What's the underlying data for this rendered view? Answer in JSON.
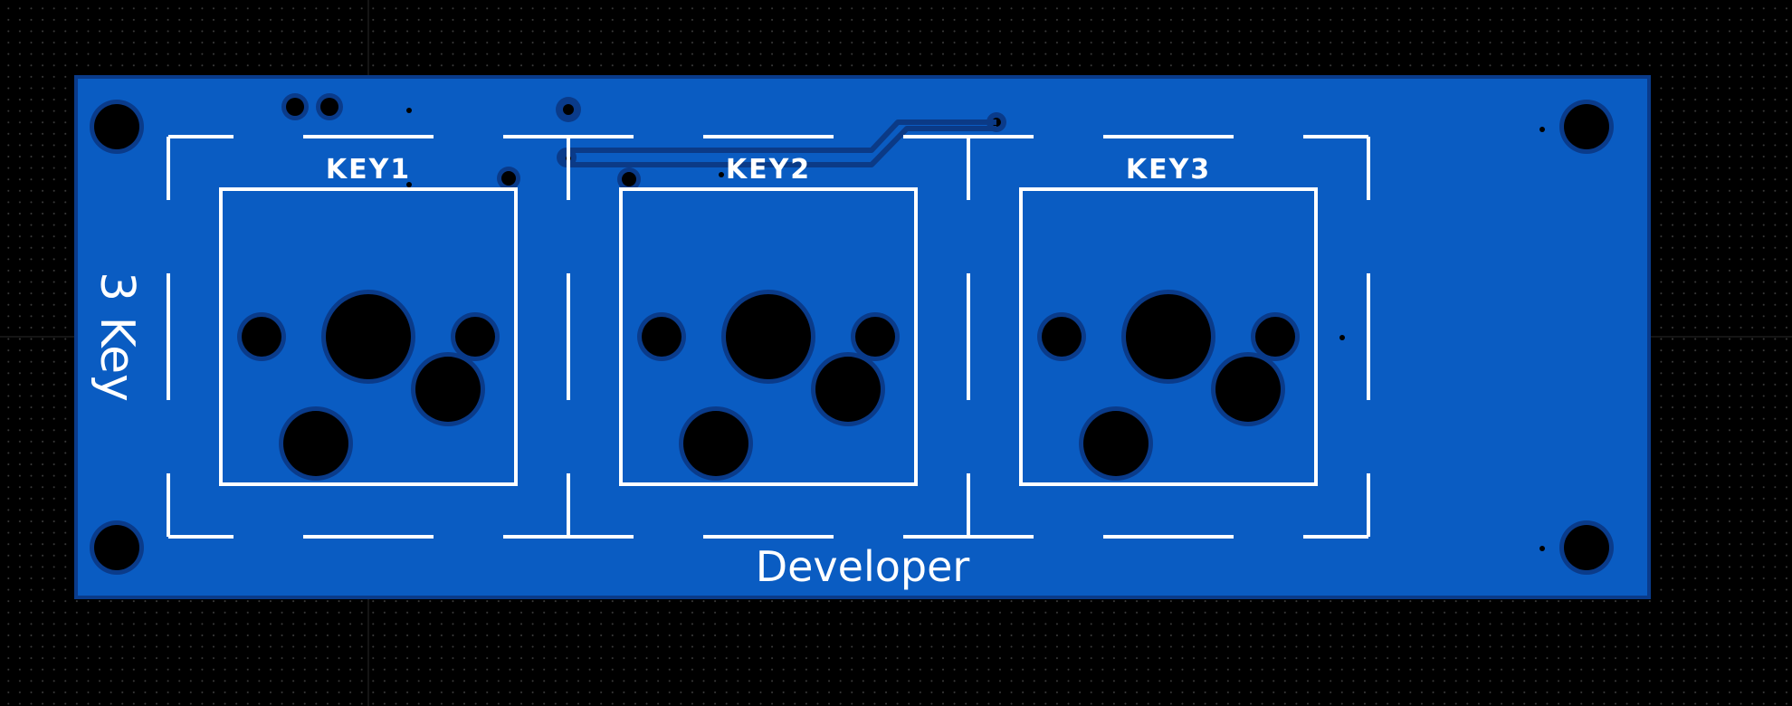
{
  "board": {
    "title": "3 Key",
    "bottom_label": "Developer"
  },
  "keys": [
    {
      "label": "KEY1"
    },
    {
      "label": "KEY2"
    },
    {
      "label": "KEY3"
    }
  ],
  "colors": {
    "background": "#000000",
    "board_fill": "#0a5cc2",
    "board_edge": "#0a3b8a",
    "silkscreen": "#ffffff",
    "trace": "#0b3a86",
    "drill": "#000000"
  }
}
